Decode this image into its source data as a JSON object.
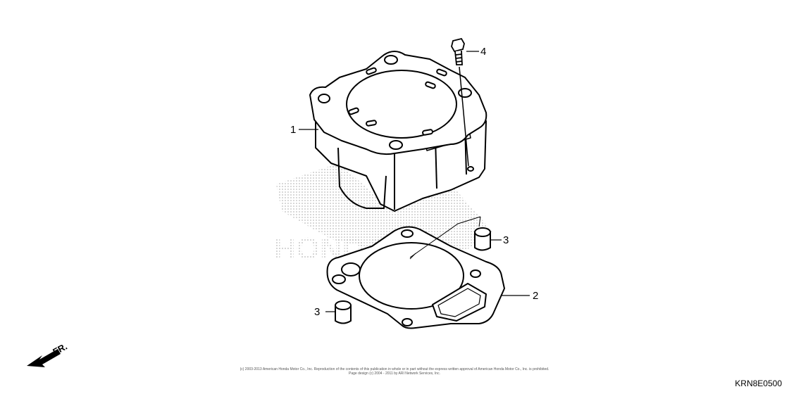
{
  "callouts": {
    "cylinder": "1",
    "gasket": "2",
    "dowel_pin_right": "3",
    "dowel_pin_left": "3",
    "bolt": "4"
  },
  "direction_label": "FR.",
  "watermark": "HONDA",
  "copyright": {
    "line1": "(c) 2003-2013 American Honda Motor Co., Inc. Reproduction of the contents of this publication in whole or in part without the express written approval of American Honda Motor Co., Inc. is prohibited.",
    "line2": "Page design (c) 2004 - 2011 by ARI Network Services, Inc."
  },
  "diagram_code": "KRN8E0500"
}
